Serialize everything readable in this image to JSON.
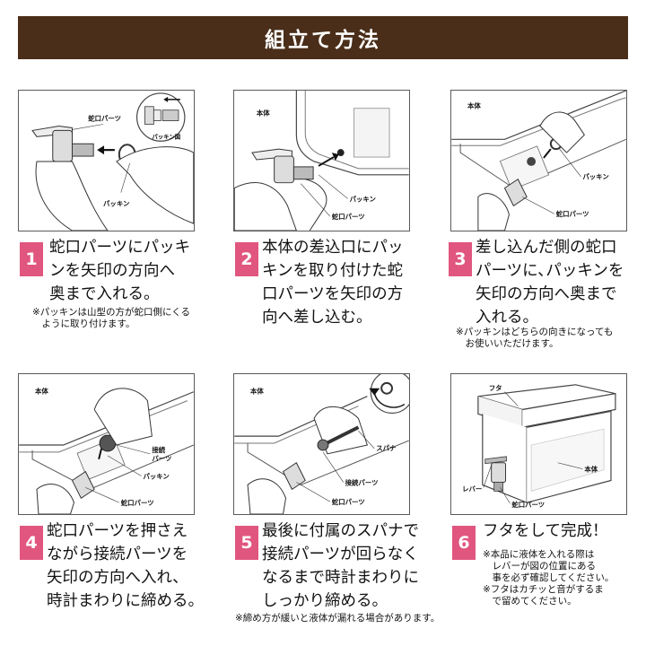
{
  "title": "組立て方法",
  "steps": [
    {
      "number": "1",
      "lines": [
        "蛇口パーツにパッキ",
        "ンを矢印の方向へ",
        "奥まで入れる。"
      ],
      "note": [
        "※パッキンは山型の方が蛇口側にくる",
        "　ように取り付けます。"
      ],
      "labels": [
        "蛇口パーツ",
        "パッキン",
        "パッキン図"
      ]
    },
    {
      "number": "2",
      "lines": [
        "本体の差込口にパッ",
        "キンを取り付けた蛇",
        "口パーツを矢印の方",
        "向へ差し込む。"
      ],
      "note": [],
      "labels": [
        "本体",
        "パッキン",
        "蛇口パーツ"
      ]
    },
    {
      "number": "3",
      "lines": [
        "差し込んだ側の蛇口",
        "パーツに､パッキンを",
        "矢印の方向へ奥まで",
        "入れる。"
      ],
      "note": [
        "※パッキンはどちらの向きになっても",
        "　お使いいただけます。"
      ],
      "labels": [
        "本体",
        "パッキン",
        "蛇口パーツ"
      ]
    },
    {
      "number": "4",
      "lines": [
        "蛇口パーツを押さえ",
        "ながら接続パーツを",
        "矢印の方向へ入れ、",
        "時計まわりに締める。"
      ],
      "note": [],
      "labels": [
        "本体",
        "接続",
        "パーツ",
        "パッキン",
        "蛇口パーツ"
      ]
    },
    {
      "number": "5",
      "lines": [
        "最後に付属のスパナで",
        "接続パーツが回らなく",
        "なるまで時計まわりに",
        "しっかり締める。"
      ],
      "note": [
        "※締め方が緩いと液体が漏れる場合があります。"
      ],
      "labels": [
        "本体",
        "スパナ",
        "接続パーツ",
        "蛇口パーツ"
      ]
    },
    {
      "number": "6",
      "lines": [
        "フタをして完成！"
      ],
      "note": [
        "※本品に液体を入れる際は",
        "　レバーが図の位置にある",
        "　事を必ず確認してください。",
        "※フタはカチッと音がするま",
        "　で留めてください。"
      ],
      "labels": [
        "フタ",
        "本体",
        "レバー",
        "蛇口パーツ"
      ]
    }
  ]
}
